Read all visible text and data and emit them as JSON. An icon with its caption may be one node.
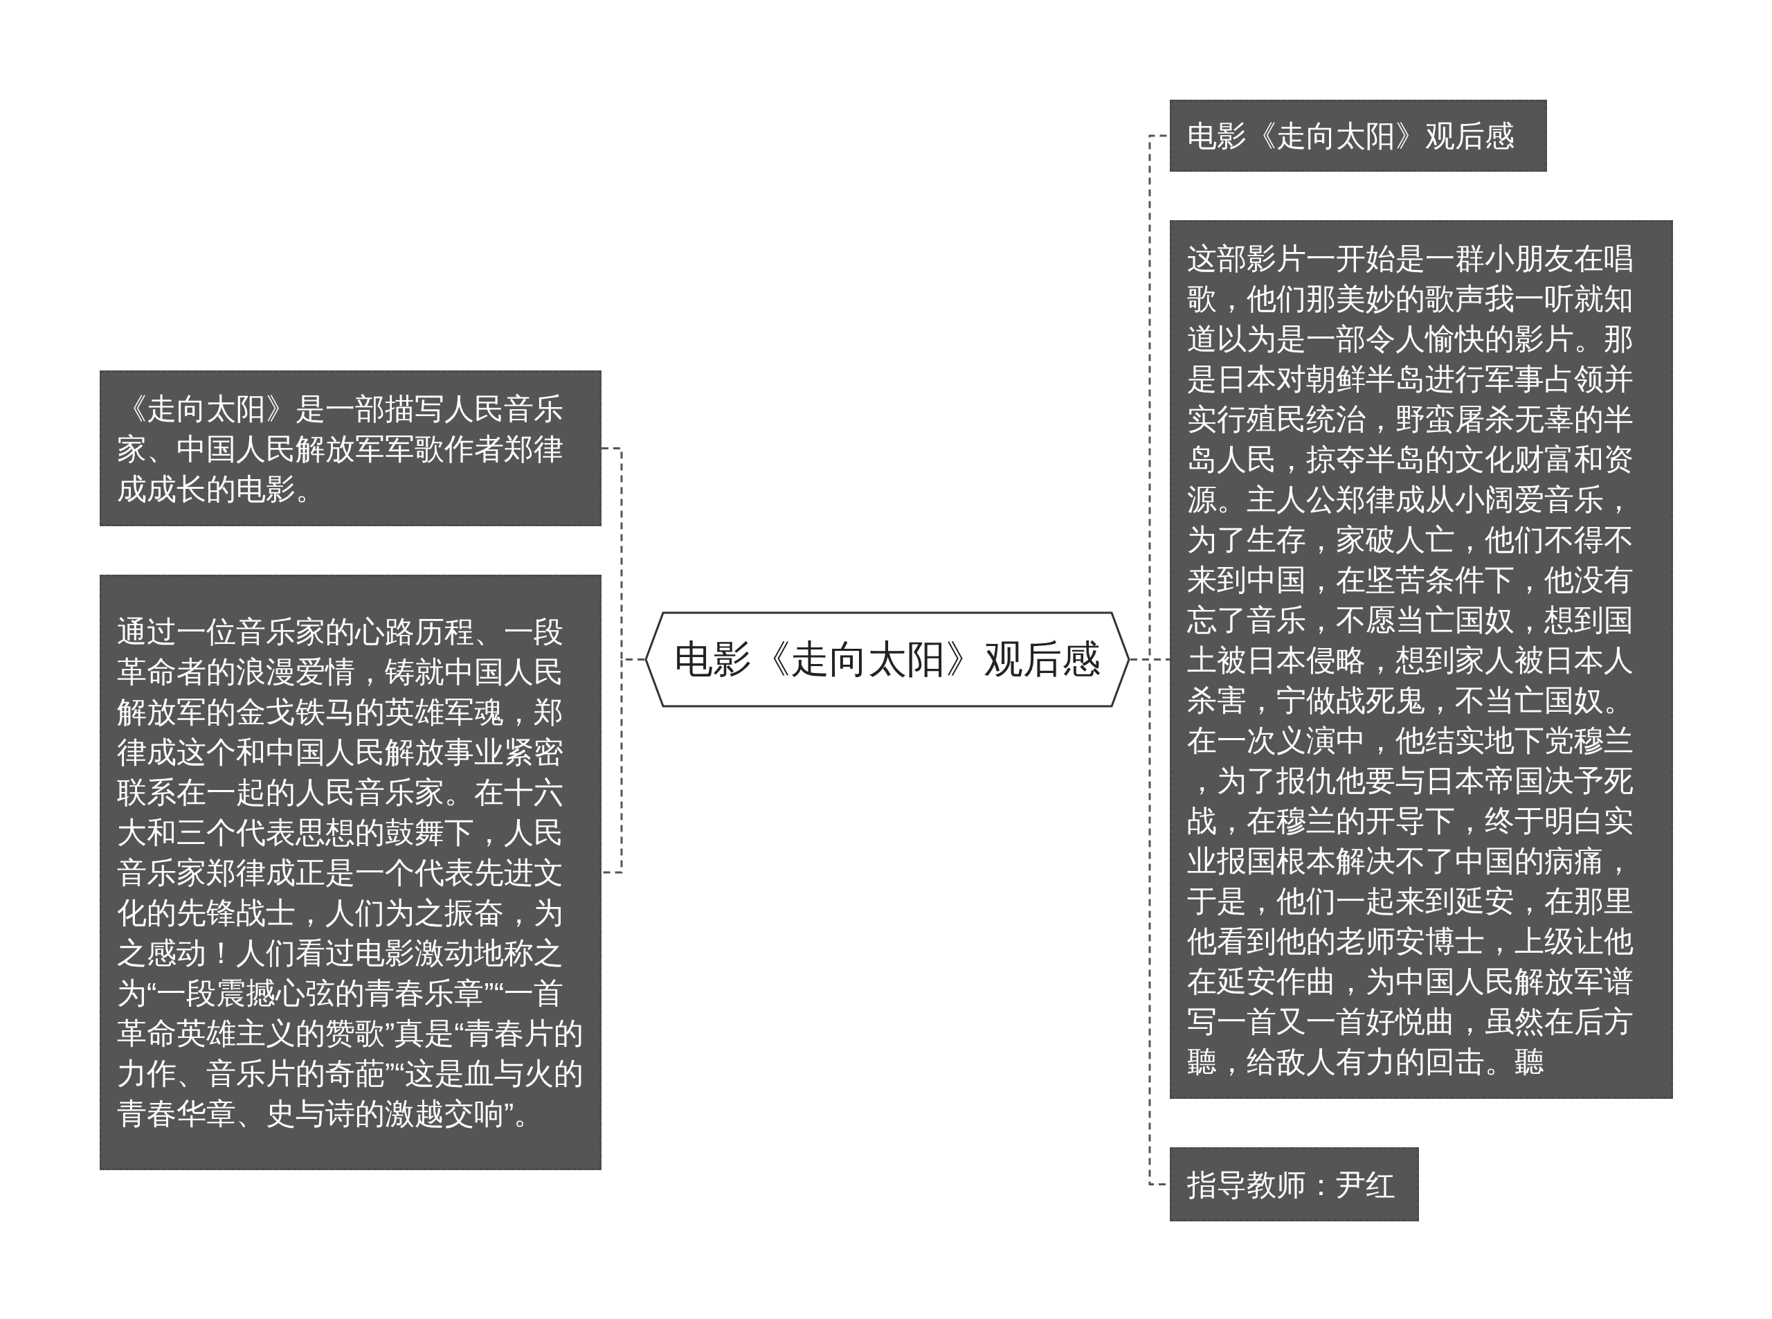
{
  "diagram": {
    "nodes": [
      {
        "text": [
          "电影《走向太阳》观后感"
        ]
      },
      {
        "text": [
          "《走向太阳》是一部描写人民音乐家、中国人民解放军军歌作者郑律成成长的电影。"
        ]
      },
      {
        "text": [
          "通过一位音乐家的心路历程、一段革命者的浪漫爱情，铸就中国人民解放军的金戈铁马的英雄军魂，郑律成这个和中国人民解放事业紧密联系在一起的人民音乐家。在十六大和三个代表思想的鼓舞下，人民音乐家郑律成正是一个代表先进文化的先锋战士，人们为之振奋，为之感动！人们看过电影激动地称之为“一段震撼心弦的青春乐章”“一首革命英雄主义的赞歌”真是“青春片的力作、音乐片的奇葩”“这是血与火的青春华章、史与诗的激越交响”。"
        ]
      },
      {
        "text": [
          "电影《走向太阳》观后感"
        ]
      },
      {
        "text": [
          "这部影片一开始是一群小朋友在唱歌，他们那美妙的歌声我一听就知道以为是一部令人愉快的影片。那是日本对朝鲜半岛进行军事占领并实行殖民统治，野蛮屠杀无辜的半岛人民，掠夺半岛的文化财富和资源。主人公郑律成从小阔爱音乐，为了生存，家破人亡，他们不得不来到中国，在坚苦条件下，他没有忘了音乐，不愿当亡国奴，想到国土被日本侵略，想到家人被日本人杀害，宁做战死鬼，不当亡国奴。在一次义演中，他结实地下党穆兰，为了报仇他要与日本帝国决予死战，在穆兰的开导下，终于明白实业报国根本解决不了中国的病痛，于是，他们一起来到延安，在那里他看到他的老师安博士，上级让他在延安作曲，为中国人民解放军谱写一首又一首好悦曲，虽然在后方聽，给敌人有力的回击。聽"
        ]
      },
      {
        "text": [
          "指导教师：尹红"
        ]
      }
    ],
    "edges": [
      {
        "from": 0,
        "to": 1,
        "arrow": "none",
        "style": "dashed"
      },
      {
        "from": 0,
        "to": 2,
        "arrow": "none",
        "style": "dashed"
      },
      {
        "from": 0,
        "to": 3,
        "arrow": "none",
        "style": "dashed"
      },
      {
        "from": 0,
        "to": 4,
        "arrow": "none",
        "style": "dashed"
      },
      {
        "from": 0,
        "to": 5,
        "arrow": "none",
        "style": "dashed"
      }
    ]
  }
}
